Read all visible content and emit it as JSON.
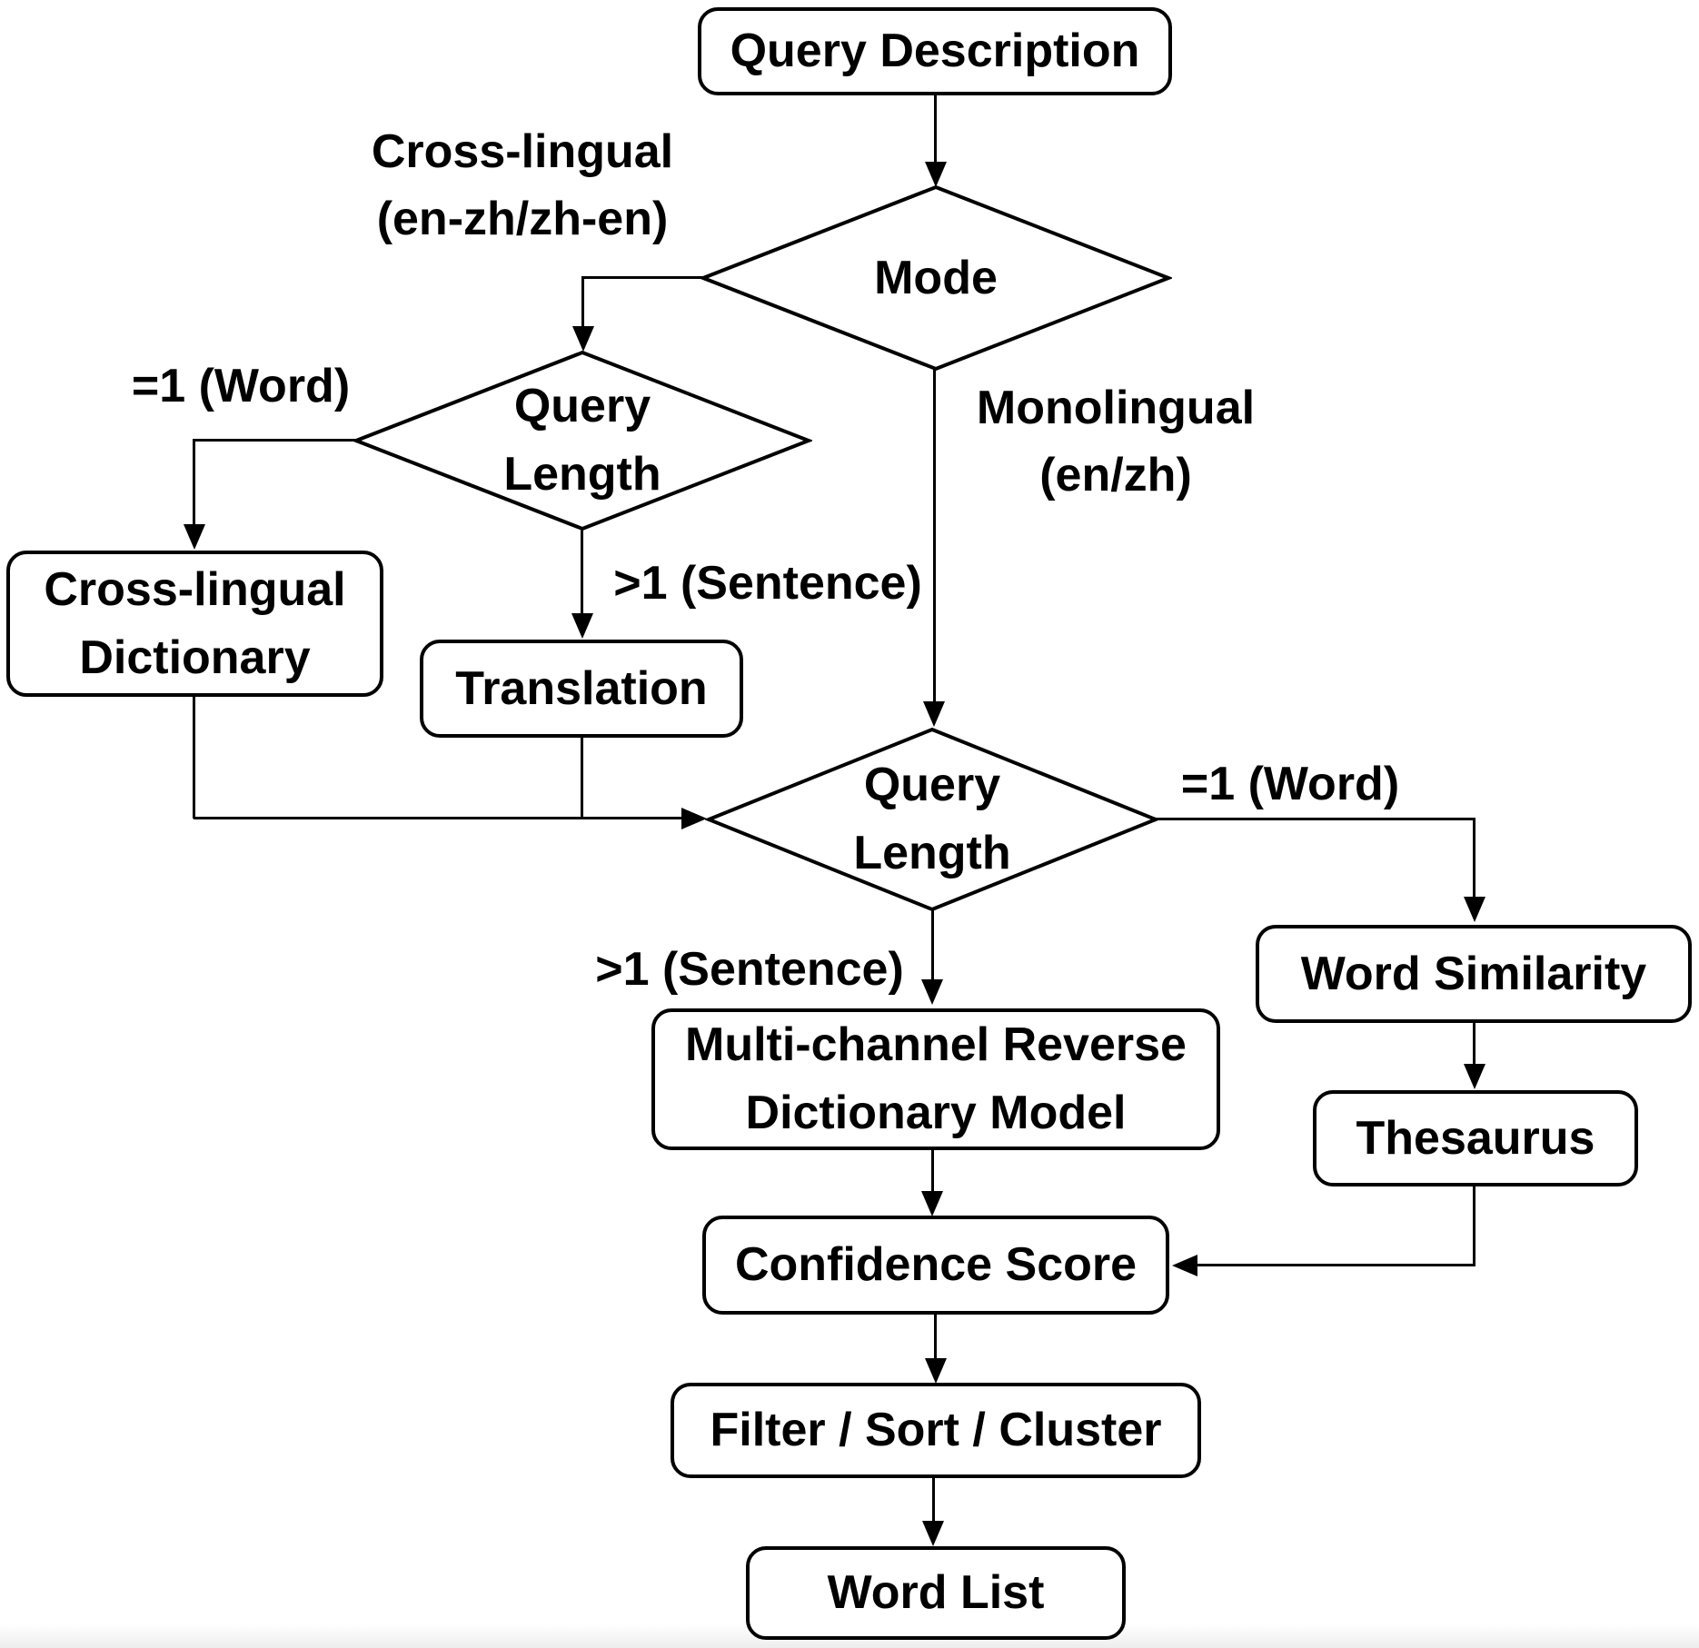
{
  "figure": {
    "title": "Reverse dictionary query processing flowchart",
    "background_color": "#ffffff",
    "line_color": "#000000",
    "text_color": "#000000"
  },
  "nodes": {
    "query_description": {
      "label": "Query Description"
    },
    "mode": {
      "label": "Mode"
    },
    "query_length_1": {
      "line1": "Query",
      "line2": "Length"
    },
    "cross_lingual_dictionary": {
      "line1": "Cross-lingual",
      "line2": "Dictionary"
    },
    "translation": {
      "label": "Translation"
    },
    "query_length_2": {
      "line1": "Query",
      "line2": "Length"
    },
    "multi_channel_model": {
      "line1": "Multi-channel Reverse",
      "line2": "Dictionary Model"
    },
    "word_similarity": {
      "label": "Word Similarity"
    },
    "thesaurus": {
      "label": "Thesaurus"
    },
    "confidence_score": {
      "label": "Confidence Score"
    },
    "filter_sort_cluster": {
      "label": "Filter / Sort / Cluster"
    },
    "word_list": {
      "label": "Word List"
    }
  },
  "edge_labels": {
    "cross_lingual_branch": {
      "line1": "Cross-lingual",
      "line2": "(en-zh/zh-en)"
    },
    "monolingual_branch": {
      "line1": "Monolingual",
      "line2": "(en/zh)"
    },
    "eq1_word_left": "=1 (Word)",
    "gt1_sentence_left": ">1 (Sentence)",
    "gt1_sentence_mid": ">1 (Sentence)",
    "eq1_word_right": "=1 (Word)"
  }
}
